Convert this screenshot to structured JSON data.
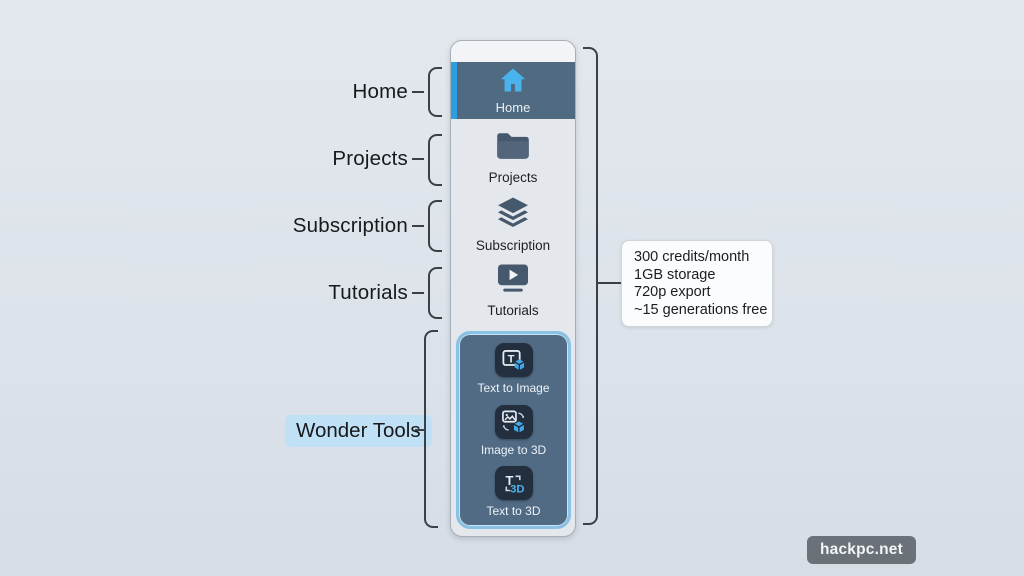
{
  "sidebar": {
    "items": [
      {
        "label": "Home",
        "icon": "home-icon",
        "active": true
      },
      {
        "label": "Projects",
        "icon": "folder-icon",
        "active": false
      },
      {
        "label": "Subscription",
        "icon": "layers-icon",
        "active": false
      },
      {
        "label": "Tutorials",
        "icon": "video-icon",
        "active": false
      }
    ],
    "wonder_tools": {
      "items": [
        {
          "label": "Text to Image",
          "icon": "text-to-image-icon"
        },
        {
          "label": "Image to 3D",
          "icon": "image-to-3d-icon"
        },
        {
          "label": "Text to 3D",
          "icon": "text-to-3d-icon"
        }
      ]
    }
  },
  "annotations": {
    "labels": [
      {
        "text": "Home"
      },
      {
        "text": "Projects"
      },
      {
        "text": "Subscription"
      },
      {
        "text": "Tutorials"
      },
      {
        "text": "Wonder Tools",
        "highlighted": true
      }
    ],
    "info_box": {
      "lines": [
        "300 credits/month",
        "1GB storage",
        "720p export",
        "~15 generations free"
      ]
    }
  },
  "watermark": {
    "text": "hackpc.net"
  },
  "colors": {
    "accent_blue": "#2d9fe0",
    "active_row_bg": "#506a82",
    "panel_bg": "#516b84",
    "panel_border": "#8ac2e5",
    "tool_tile_bg": "#232f3f",
    "icon_blue": "#49b4ec",
    "icon_slate": "#46586c",
    "highlight_label_bg": "#bfe0f5",
    "page_bg": "#dde3ea"
  }
}
